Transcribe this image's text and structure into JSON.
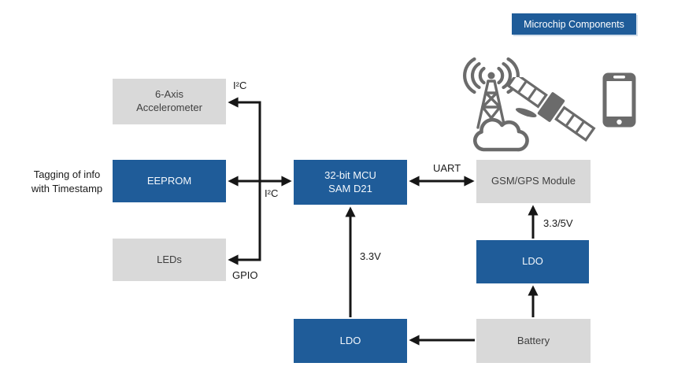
{
  "badge": {
    "label": "Microchip Components"
  },
  "annotation": {
    "line1": "Tagging of info",
    "line2": "with Timestamp"
  },
  "blocks": {
    "accelerometer": {
      "line1": "6-Axis",
      "line2": "Accelerometer",
      "style": "gray"
    },
    "eeprom": {
      "label": "EEPROM",
      "style": "blue"
    },
    "leds": {
      "label": "LEDs",
      "style": "gray"
    },
    "mcu": {
      "line1": "32-bit MCU",
      "line2": "SAM D21",
      "style": "blue"
    },
    "gsm_gps": {
      "label": "GSM/GPS Module",
      "style": "gray"
    },
    "ldo_right": {
      "label": "LDO",
      "style": "blue"
    },
    "ldo_bottom": {
      "label": "LDO",
      "style": "blue"
    },
    "battery": {
      "label": "Battery",
      "style": "gray"
    }
  },
  "bus_labels": {
    "i2c_top": "I²C",
    "i2c_mid": "I²C",
    "gpio": "GPIO",
    "uart": "UART",
    "v33": "3.3V",
    "v335": "3.3/5V"
  },
  "icons": [
    "cell-tower-icon",
    "satellite-icon",
    "cloud-icon",
    "smartphone-icon"
  ],
  "colors": {
    "block_blue": "#1F5C99",
    "block_gray": "#D9D9D9",
    "icon_gray": "#6B6B6B",
    "arrow_black": "#161616"
  }
}
